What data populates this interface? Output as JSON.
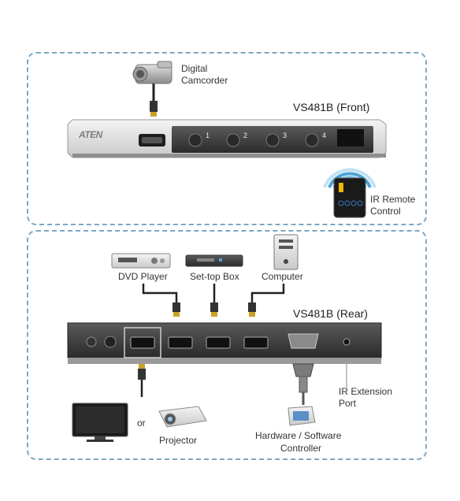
{
  "front": {
    "title": "VS481B (Front)",
    "brand": "ATEN",
    "ports": [
      "1",
      "2",
      "3",
      "4"
    ],
    "camcorder_label_line1": "Digital",
    "camcorder_label_line2": "Camcorder",
    "remote_label_line1": "IR Remote",
    "remote_label_line2": "Control"
  },
  "rear": {
    "title": "VS481B (Rear)",
    "sources": [
      "DVD Player",
      "Set-top Box",
      "Computer"
    ],
    "display_or": "or",
    "projector_label": "Projector",
    "controller_label_line1": "Hardware / Software",
    "controller_label_line2": "Controller",
    "ir_port_line1": "IR Extension",
    "ir_port_line2": "Port"
  }
}
